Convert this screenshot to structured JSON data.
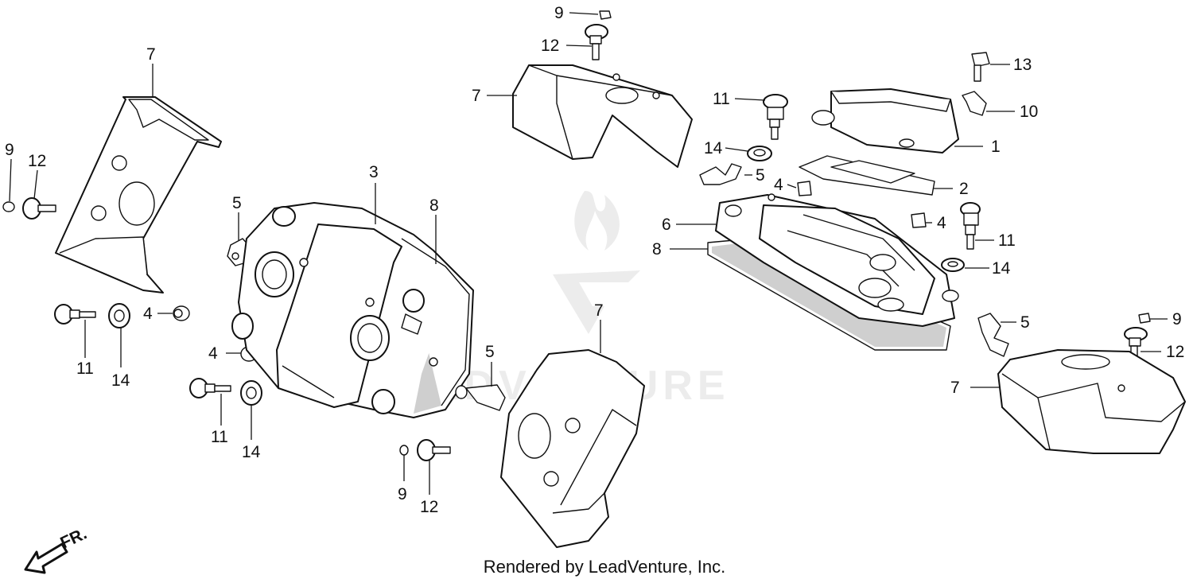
{
  "diagram": {
    "callouts": {
      "c1": "1",
      "c2": "2",
      "c3": "3",
      "c4a": "4",
      "c4b": "4",
      "c4c": "4",
      "c4d": "4",
      "c5a": "5",
      "c5b": "5",
      "c5c": "5",
      "c5d": "5",
      "c6": "6",
      "c7a": "7",
      "c7b": "7",
      "c7c": "7",
      "c7d": "7",
      "c8a": "8",
      "c8b": "8",
      "c9a": "9",
      "c9b": "9",
      "c9c": "9",
      "c9d": "9",
      "c10": "10",
      "c11a": "11",
      "c11b": "11",
      "c11c": "11",
      "c11d": "11",
      "c12a": "12",
      "c12b": "12",
      "c12c": "12",
      "c12d": "12",
      "c13": "13",
      "c14a": "14",
      "c14b": "14",
      "c14c": "14",
      "c14d": "14"
    },
    "direction_label": "FR.",
    "watermark_text": "ADVENTURE",
    "footer": "Rendered by LeadVenture, Inc."
  }
}
